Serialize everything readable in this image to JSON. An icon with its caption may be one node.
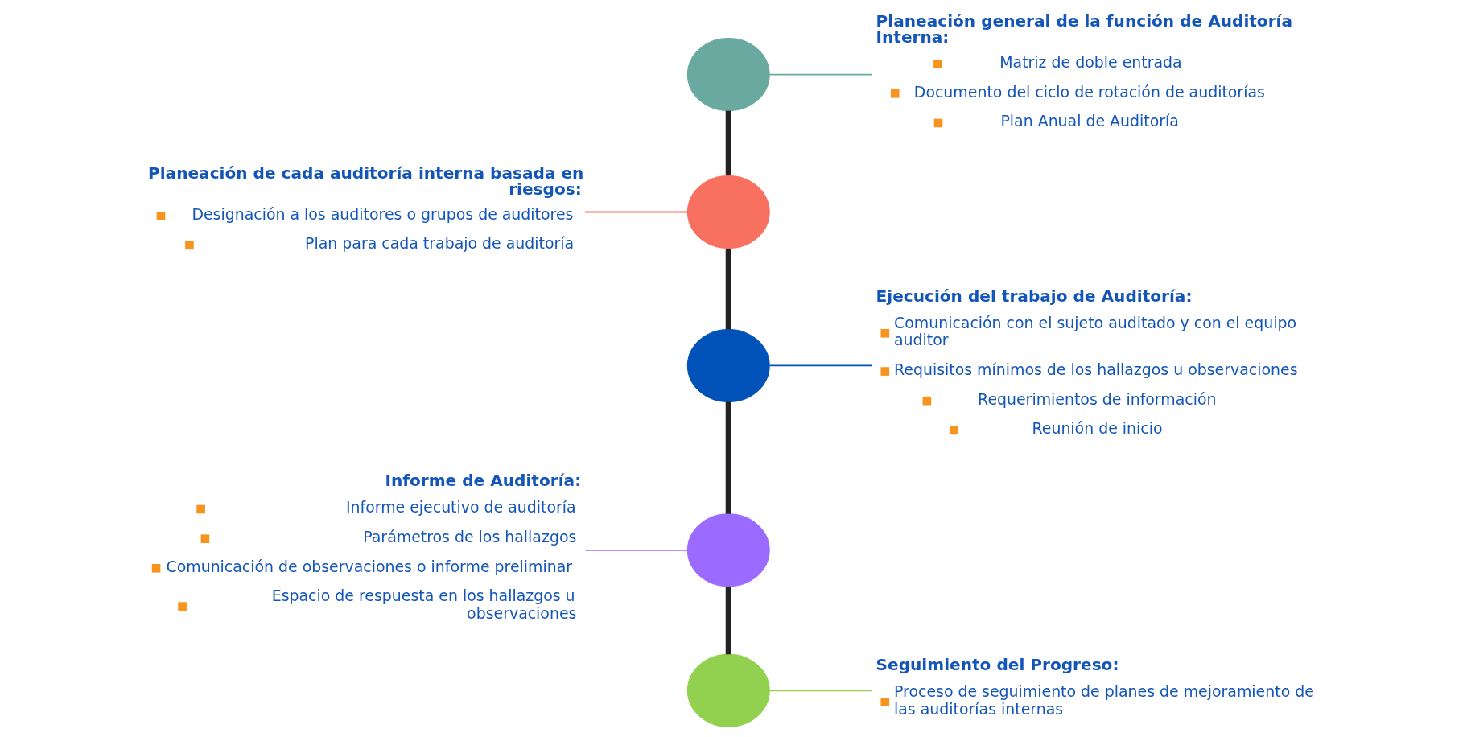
{
  "diagram": {
    "nodes": [
      {
        "text": [],
        "shape": "circle"
      },
      {
        "text": [
          "Planeación general de la función de Auditoría Interna:",
          "Matriz de doble entrada",
          "Documento del ciclo de rotación de auditorías",
          "Plan Anual de Auditoría"
        ]
      },
      {
        "text": [
          "Planeación de cada auditoría interna basada en riesgos:",
          "Designación a los auditores o grupos de auditores",
          "Plan para cada trabajo de auditoría"
        ]
      },
      {
        "text": [],
        "shape": "circle"
      },
      {
        "text": [
          "Ejecución del trabajo de Auditoría:",
          "Comunicación con el sujeto auditado y con el equipo auditor",
          "Requisitos mínimos de los hallazgos u observaciones",
          "Requerimientos de información",
          "Reunión de inicio"
        ]
      },
      {
        "text": [],
        "shape": "circle"
      },
      {
        "text": [
          "Informe de Auditoría:",
          "Informe ejecutivo de auditoría",
          "Parámetros de los hallazgos",
          "Comunicación de observaciones o informe preliminar",
          "Espacio de respuesta en los hallazgos u observaciones"
        ]
      },
      {
        "text": [],
        "shape": "circle"
      },
      {
        "text": [
          "Seguimiento del Progreso:",
          "Proceso de seguimiento de planes de mejoramiento de las auditorías internas"
        ]
      },
      {
        "text": [],
        "shape": "circle"
      }
    ],
    "edges": [
      {
        "from": 0,
        "to": 3,
        "arrow": "none",
        "style": "thick"
      },
      {
        "from": 3,
        "to": 5,
        "arrow": "none",
        "style": "thick"
      },
      {
        "from": 5,
        "to": 7,
        "arrow": "none",
        "style": "thick"
      },
      {
        "from": 7,
        "to": 9,
        "arrow": "none",
        "style": "thick"
      },
      {
        "from": 0,
        "to": 1,
        "arrow": "none",
        "color": "#6aa9a0"
      },
      {
        "from": 2,
        "to": 3,
        "arrow": "none",
        "color": "#f87060"
      },
      {
        "from": 5,
        "to": 4,
        "arrow": "none",
        "color": "#0051b8"
      },
      {
        "from": 6,
        "to": 7,
        "arrow": "none",
        "color": "#9b6bff"
      },
      {
        "from": 9,
        "to": 8,
        "arrow": "none",
        "color": "#92d050"
      }
    ]
  }
}
